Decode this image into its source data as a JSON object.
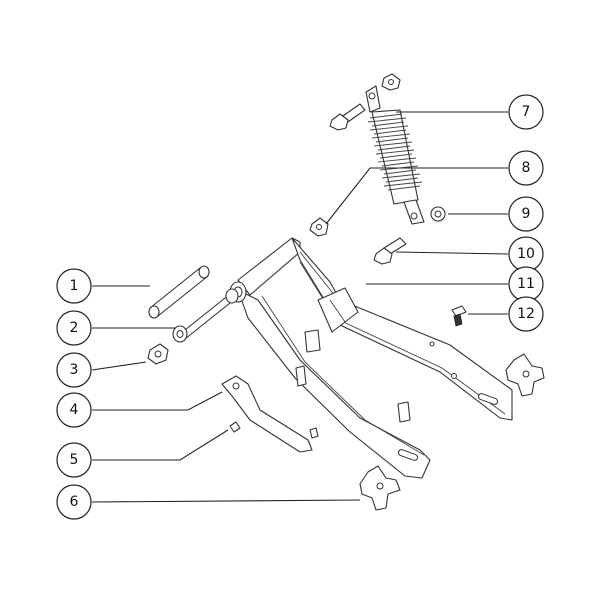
{
  "callouts": [
    {
      "id": "c1",
      "label": "1"
    },
    {
      "id": "c2",
      "label": "2"
    },
    {
      "id": "c3",
      "label": "3"
    },
    {
      "id": "c4",
      "label": "4"
    },
    {
      "id": "c5",
      "label": "5"
    },
    {
      "id": "c6",
      "label": "6"
    },
    {
      "id": "c7",
      "label": "7"
    },
    {
      "id": "c8",
      "label": "8"
    },
    {
      "id": "c9",
      "label": "9"
    },
    {
      "id": "c10",
      "label": "10"
    },
    {
      "id": "c11",
      "label": "11"
    },
    {
      "id": "c12",
      "label": "12"
    }
  ],
  "colors": {
    "line": "#222222",
    "background": "#ffffff"
  }
}
